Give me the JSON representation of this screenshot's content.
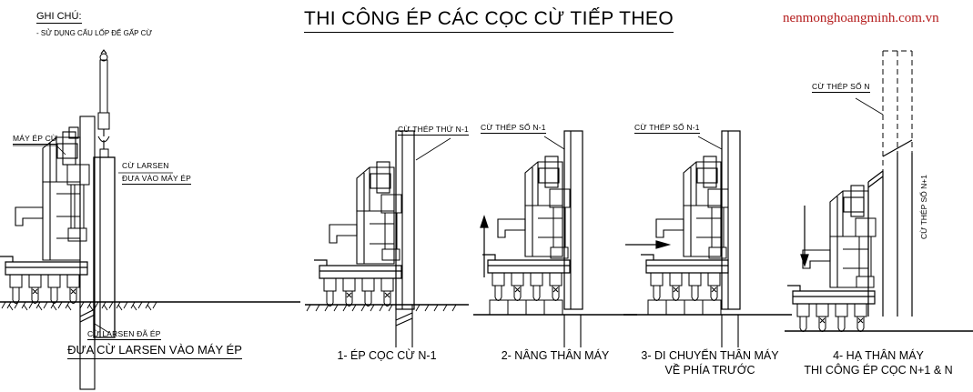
{
  "drawing": {
    "title": "THI CÔNG ÉP CÁC CỌC CỪ TIẾP THEO",
    "watermark": "nenmonghoangminh.com.vn",
    "watermark_color": "#b41c1c",
    "line_color": "#000000",
    "background": "#ffffff"
  },
  "notes": {
    "heading": "GHI CHÚ:",
    "items": [
      "- SỬ DỤNG CẨU LỐP ĐỂ GẤP CỪ"
    ]
  },
  "panels": [
    {
      "id": "panel-0",
      "caption_line1": "ĐƯA CỪ LARSEN VÀO MÁY ÉP",
      "caption_line2": "",
      "labels": [
        {
          "name": "machine-label",
          "text": "MÁY ÉP CỪ"
        },
        {
          "name": "pile-in-press-label-line1",
          "text": "CỪ LARSEN"
        },
        {
          "name": "pile-in-press-label-line2",
          "text": "ĐƯA VÀO MÁY ÉP"
        },
        {
          "name": "pressed-pile-label",
          "text": "CỪ LARSEN ĐÃ ÉP"
        }
      ],
      "arrow": "none"
    },
    {
      "id": "panel-1",
      "caption_line1": "1- ÉP CỌC CỪ N-1",
      "caption_line2": "",
      "labels": [
        {
          "name": "pile-label",
          "text": "CỪ THÉP THỨ N-1"
        }
      ],
      "arrow": "none"
    },
    {
      "id": "panel-2",
      "caption_line1": "2- NÂNG THÂN MÁY",
      "caption_line2": "",
      "labels": [
        {
          "name": "pile-label",
          "text": "CỪ THÉP SỐ N-1"
        }
      ],
      "arrow": "up"
    },
    {
      "id": "panel-3",
      "caption_line1": "3- DI CHUYỂN THÂN MÁY",
      "caption_line2": "VỀ PHÍA TRƯỚC",
      "labels": [
        {
          "name": "pile-label",
          "text": "CỪ THÉP SỐ N-1"
        }
      ],
      "arrow": "right"
    },
    {
      "id": "panel-4",
      "caption_line1": "4- HẠ THÂN MÁY",
      "caption_line2": "THI CÔNG ÉP CỌC N+1 & N",
      "labels": [
        {
          "name": "pile-n-label",
          "text": "CỪ THÉP SỐ N"
        },
        {
          "name": "pile-n-plus-1-label",
          "text": "CỪ THÉP SỐ N+1"
        }
      ],
      "arrow": "down"
    }
  ]
}
